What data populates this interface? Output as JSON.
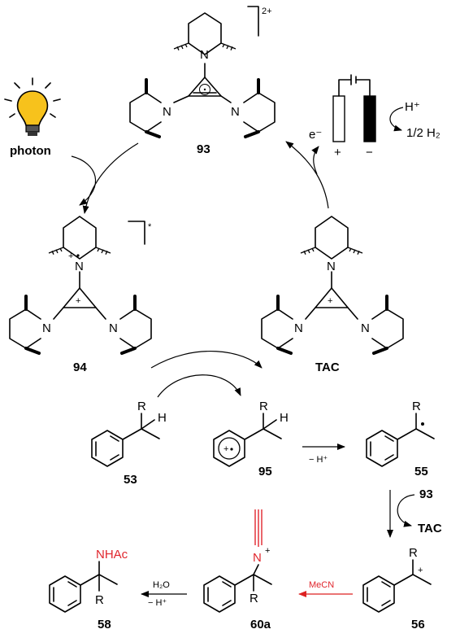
{
  "labels": {
    "c93": "93",
    "c94": "94",
    "tac": "TAC",
    "c53": "53",
    "c95": "95",
    "c55": "55",
    "c56": "56",
    "c60a": "60a",
    "c58": "58",
    "photon": "photon",
    "step_93": "93",
    "step_tac": "TAC"
  },
  "charges": {
    "dication": "2+",
    "excited": "*",
    "plus": "+",
    "minus": "−"
  },
  "atoms": {
    "N": "N",
    "R": "R",
    "H": "H",
    "nplus": "N",
    "nhac": "NHAc"
  },
  "electrochem": {
    "electron": "e⁻",
    "proton": "H⁺",
    "hydrogen": "1/2 H₂"
  },
  "reagents": {
    "minus_h": "− H⁺",
    "mecn": "MeCN",
    "h2o": "H₂O",
    "minus_h2": "− H⁺"
  },
  "colors": {
    "highlight": "#e0262d",
    "bulb": "#f7c21c"
  }
}
